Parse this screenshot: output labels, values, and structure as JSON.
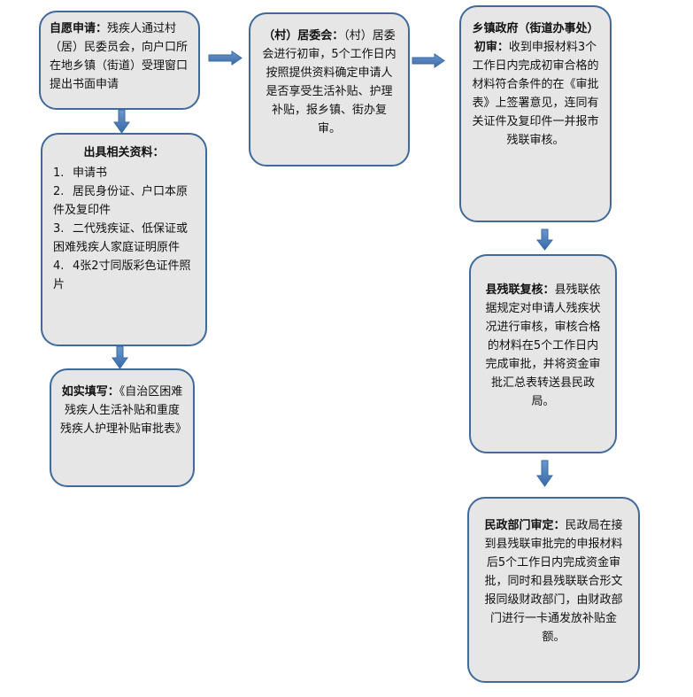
{
  "boxes": {
    "apply": {
      "label": "自愿申请：",
      "text": "残疾人通过村（居）民委员会，向户口所在地乡镇（街道）受理窗口提出书面申请"
    },
    "materials": {
      "title": "出具相关资料：",
      "items": [
        {
          "num": "1.",
          "text": "申请书"
        },
        {
          "num": "2.",
          "text": "居民身份证、户口本原件及复印件"
        },
        {
          "num": "3.",
          "text": "二代残疾证、低保证或困难残疾人家庭证明原件"
        },
        {
          "num": "4.",
          "text": "4张2寸同版彩色证件照片"
        }
      ]
    },
    "fill": {
      "label": "如实填写：",
      "text": "《自治区困难残疾人生活补贴和重度残疾人护理补贴审批表》"
    },
    "village": {
      "label": "（村）居委会：",
      "text": "（村）居委会进行初审，5个工作日内按照提供资料确定申请人是否享受生活补贴、护理补贴，报乡镇、街办复审。"
    },
    "township": {
      "label": "乡镇政府（街道办事处）初审：",
      "text": "收到申报材料3个工作日内完成初审合格的材料符合条件的在《审批表》上签署意见，连同有关证件及复印件一并报市残联审核。"
    },
    "county": {
      "label": "县残联复核：",
      "text": "县残联依据规定对申请人残疾状况进行审核，审核合格的材料在5个工作日内完成审批，并将资金审批汇总表转送县民政局。"
    },
    "civil": {
      "label": "民政部门审定：",
      "text": "民政局在接到县残联审批完的申报材料后5个工作日内完成资金审批，同时和县残联联合形文报同级财政部门，由财政部门进行一卡通发放补贴金额。"
    }
  },
  "colors": {
    "border": "#3f6a99",
    "fill": "#e6e6e6",
    "arrow": "#4a7ebb"
  }
}
